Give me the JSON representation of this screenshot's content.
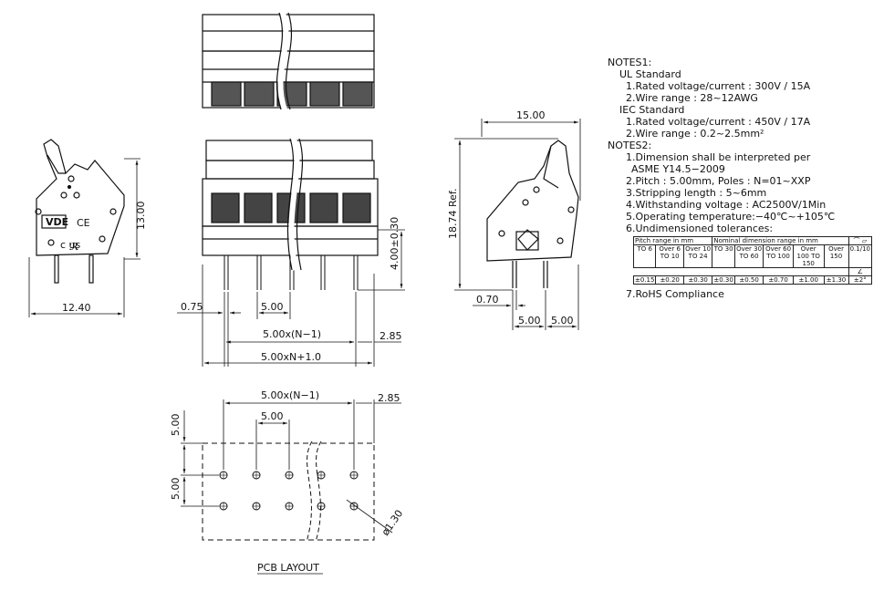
{
  "dims": {
    "w_1240": "12.40",
    "h_1300": "13.00",
    "d_075": "0.75",
    "d_500_pitch": "5.00",
    "d_400_030": "4.00±0.30",
    "d_500_n_minus_1": "5.00x(N−1)",
    "d_285": "2.85",
    "d_500_n_plus_1": "5.00xN+1.0",
    "d_1500": "15.00",
    "d_1874_ref": "18.74 Ref.",
    "d_070": "0.70",
    "d_500_a": "5.00",
    "d_500_b": "5.00",
    "pcb_500_n_minus_1": "5.00x(N−1)",
    "pcb_285": "2.85",
    "pcb_500_pitch": "5.00",
    "pcb_500_v1": "5.00",
    "pcb_500_v2": "5.00",
    "pcb_hole": "ø1.30"
  },
  "marks": {
    "vde": "VDE",
    "ce": "CE",
    "ul": "c  us"
  },
  "pcb_layout_label": "PCB LAYOUT",
  "notes": {
    "notes1_title": "NOTES1:",
    "ul_title": "UL Standard",
    "ul_1": "1.Rated voltage/current : 300V / 15A",
    "ul_2": "2.Wire range : 28~12AWG",
    "iec_title": "IEC Standard",
    "iec_1": "1.Rated voltage/current : 450V / 17A",
    "iec_2": "2.Wire range : 0.2~2.5mm²",
    "notes2_title": "NOTES2:",
    "n2_1a": "1.Dimension shall be interpreted per",
    "n2_1b": "ASME Y14.5−2009",
    "n2_2": "2.Pitch : 5.00mm, Poles : N=01~XXP",
    "n2_3": "3.Stripping length : 5~6mm",
    "n2_4": "4.Withstanding voltage : AC2500V/1Min",
    "n2_5": "5.Operating temperature:−40℃~+105℃",
    "n2_6": "6.Undimensioned tolerances:",
    "n2_7": "7.RoHS Compliance"
  },
  "tolerance_table": {
    "pitch_header": "Pitch range in mm",
    "nominal_header": "Nominal dimension range in mm",
    "angle_header": "∠",
    "flatness_value": "0.1/10",
    "angle_value": "±2°",
    "pitch_cols": [
      "TO 6",
      "Over 6 TO 10",
      "Over 10 TO 24"
    ],
    "nominal_cols": [
      "TO 30",
      "Over 30 TO 60",
      "Over 60 TO 100",
      "Over 100 TO 150",
      "Over 150"
    ],
    "pitch_tols": [
      "±0.15",
      "±0.20",
      "±0.30"
    ],
    "nominal_tols": [
      "±0.30",
      "±0.50",
      "±0.70",
      "±1.00",
      "±1.30"
    ]
  }
}
